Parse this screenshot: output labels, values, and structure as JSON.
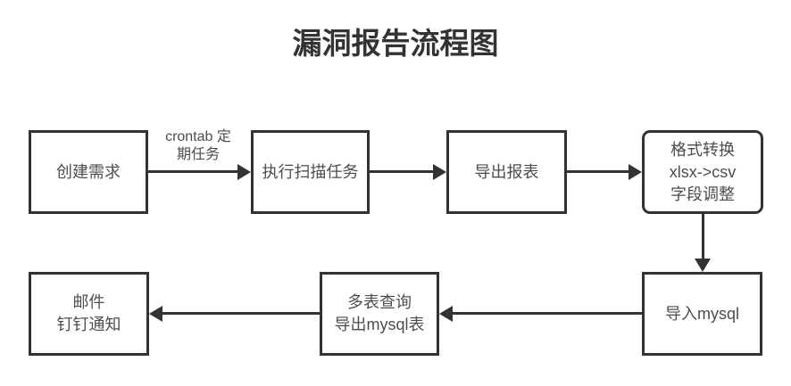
{
  "title": "漏洞报告流程图",
  "colors": {
    "background": "#ffffff",
    "node_fill": "#ffffff",
    "node_border": "#333333",
    "node_text": "#4d4d4d",
    "title_text": "#333333",
    "arrow": "#333333"
  },
  "flowchart": {
    "nodes": [
      {
        "id": "create-requirement",
        "lines": [
          "创建需求"
        ]
      },
      {
        "id": "run-scan-task",
        "lines": [
          "执行扫描任务"
        ]
      },
      {
        "id": "export-report",
        "lines": [
          "导出报表"
        ]
      },
      {
        "id": "format-convert",
        "lines": [
          "格式转换",
          "xlsx->csv",
          "字段调整"
        ]
      },
      {
        "id": "import-mysql",
        "lines": [
          "导入mysql"
        ]
      },
      {
        "id": "multi-table-query",
        "lines": [
          "多表查询",
          "导出mysql表"
        ]
      },
      {
        "id": "notify",
        "lines": [
          "邮件",
          "钉钉通知"
        ]
      }
    ],
    "edge_label": {
      "lines": [
        "crontab",
        "定期任务"
      ]
    }
  }
}
